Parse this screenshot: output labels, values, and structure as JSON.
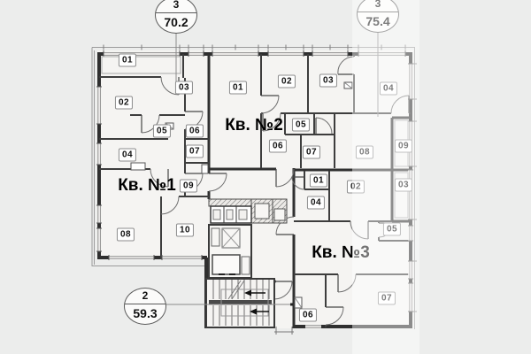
{
  "drawing": {
    "type": "apartment-floor-plan"
  },
  "colors": {
    "page": "#ecedec",
    "floor": "#f5f4f2",
    "walls": "#2f2f2f",
    "band": "rgba(255,255,255,0.45)"
  },
  "callouts": [
    {
      "position": "top-left",
      "rooms_count": "3",
      "area": "70.2"
    },
    {
      "position": "top-right",
      "rooms_count": "3",
      "area": "75.4"
    },
    {
      "position": "bottom-left",
      "rooms_count": "2",
      "area": "59.3"
    }
  ],
  "apartments": [
    {
      "title": "Кв. №1",
      "room_numbers": [
        "01",
        "02",
        "03",
        "04",
        "05",
        "06",
        "07",
        "08",
        "09",
        "10"
      ]
    },
    {
      "title": "Кв. №2",
      "room_numbers": [
        "01",
        "02",
        "03",
        "04",
        "05",
        "06",
        "07",
        "08",
        "09"
      ]
    },
    {
      "title": "Кв. №3",
      "room_numbers": [
        "01",
        "02",
        "03",
        "04",
        "05",
        "06",
        "07"
      ]
    }
  ]
}
